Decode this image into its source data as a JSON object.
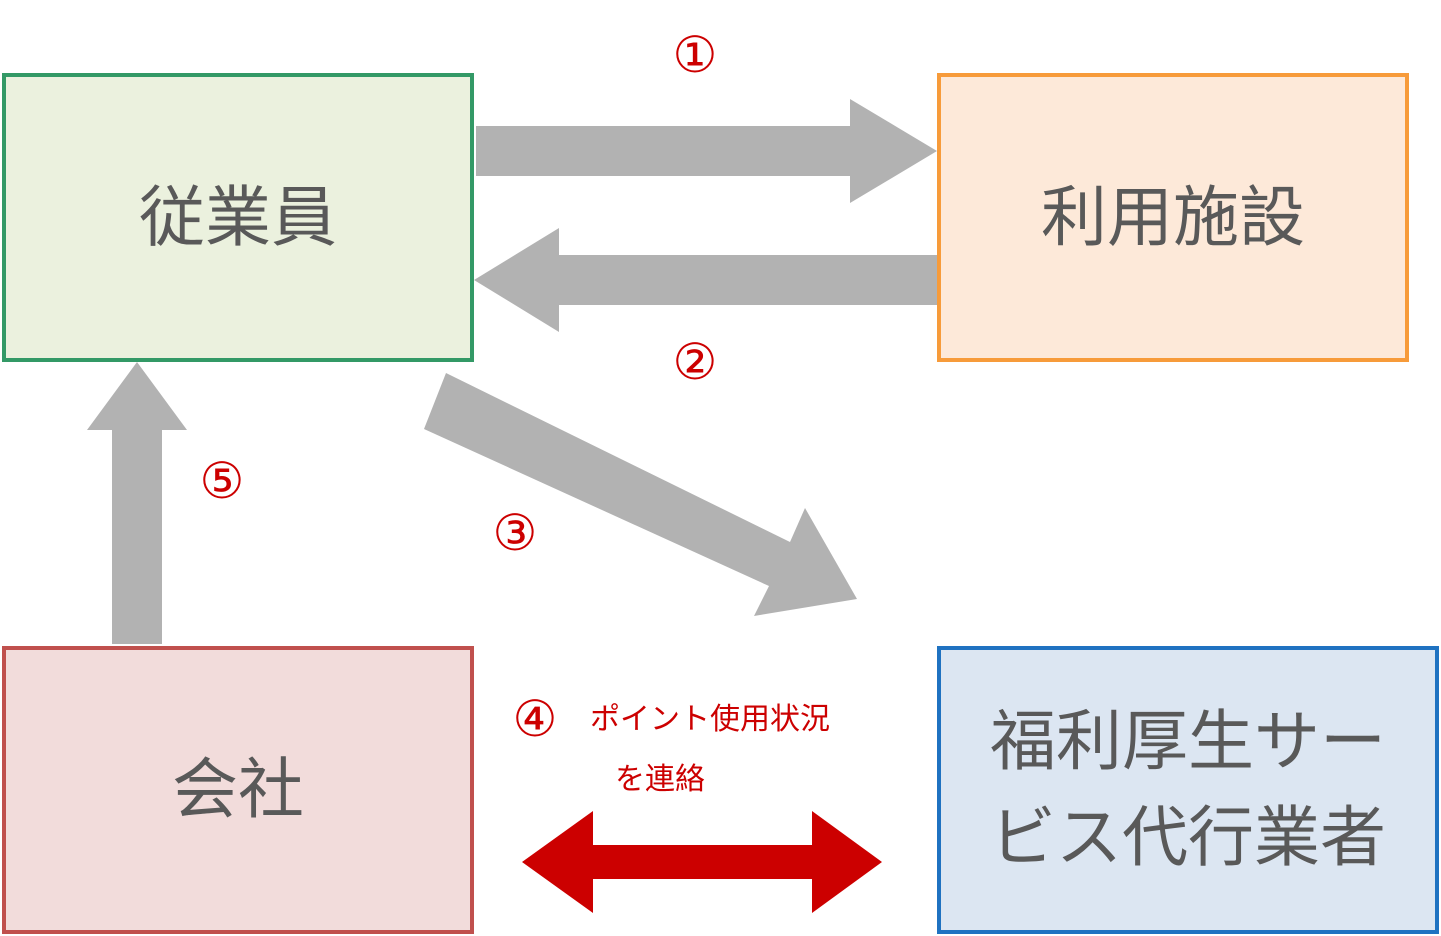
{
  "nodes": {
    "employee": "従業員",
    "facility": "利用施設",
    "company": "会社",
    "provider": "福利厚生サービス代行業者"
  },
  "steps": {
    "s1": "①",
    "s2": "②",
    "s3": "③",
    "s4": "④",
    "s5": "⑤"
  },
  "notes": {
    "line1": "ポイント使用状況",
    "line2": "を連絡"
  },
  "colors": {
    "flow_arrow": "#b2b2b2",
    "exchange_arrow": "#cc0000",
    "step_label": "#cc0000"
  }
}
